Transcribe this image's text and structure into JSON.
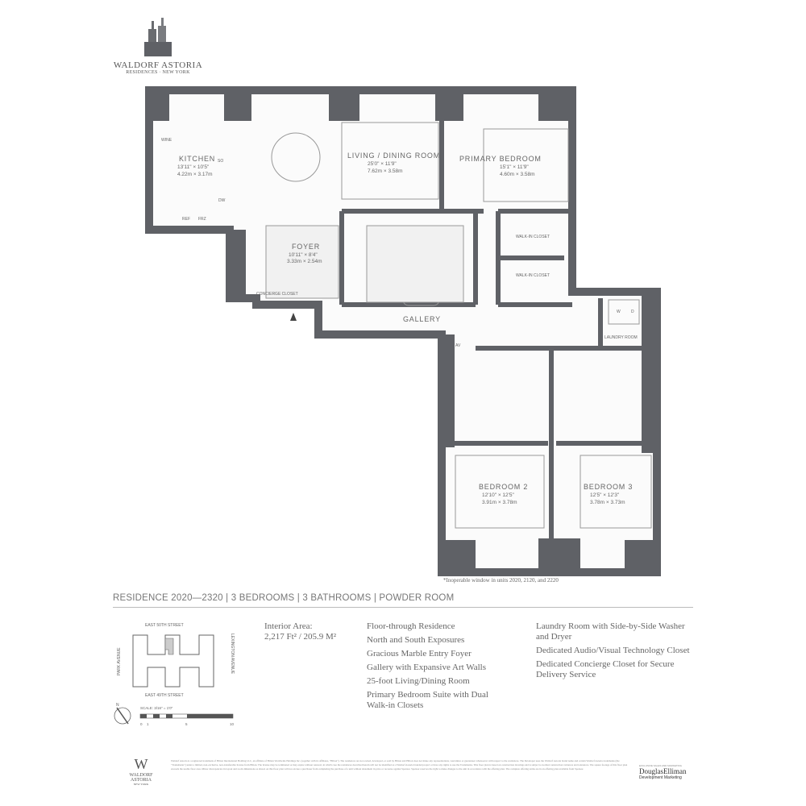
{
  "brand": {
    "title": "WALDORF ASTORIA",
    "subtitle": "RESIDENCES · NEW YORK"
  },
  "rooms": {
    "kitchen": {
      "name": "KITCHEN",
      "dim_imperial": "13'11\" × 10'5\"",
      "dim_metric": "4.22m × 3.17m"
    },
    "living": {
      "name": "LIVING / DINING ROOM",
      "dim_imperial": "25'0\" × 11'9\"",
      "dim_metric": "7.62m × 3.58m"
    },
    "primary": {
      "name": "PRIMARY BEDROOM",
      "dim_imperial": "15'1\" × 11'9\"",
      "dim_metric": "4.60m × 3.58m"
    },
    "foyer": {
      "name": "FOYER",
      "dim_imperial": "10'11\" × 8'4\"",
      "dim_metric": "3.33m × 2.54m"
    },
    "gallery": {
      "name": "GALLERY"
    },
    "bedroom2": {
      "name": "BEDROOM 2",
      "dim_imperial": "12'10\" × 12'5\"",
      "dim_metric": "3.91m × 3.78m"
    },
    "bedroom3": {
      "name": "BEDROOM 3",
      "dim_imperial": "12'5\" × 12'3\"",
      "dim_metric": "3.78m × 3.73m"
    },
    "walkin1": {
      "name": "WALK-IN CLOSET"
    },
    "walkin2": {
      "name": "WALK-IN CLOSET"
    },
    "laundry": {
      "name": "LAUNDRY ROOM",
      "washer": "W",
      "dryer": "D"
    },
    "av": "AV",
    "concierge": "CONCIERGE CLOSET",
    "appliances": {
      "wine": "WINE",
      "so": "SO",
      "dw": "DW",
      "ref": "REF",
      "frz": "FRZ"
    }
  },
  "window_note": "*Inoperable window in units 2020, 2120, and 2220",
  "summary": "RESIDENCE 2020—2320 | 3 BEDROOMS | 3 BATHROOMS | POWDER ROOM",
  "keyplan": {
    "north": "EAST 50TH STREET",
    "south": "EAST 49TH STREET",
    "west": "PARK AVENUE",
    "east": "LEXINGTON AVENUE"
  },
  "scale": {
    "label": "SCALE: 3/16\" = 1'0\"",
    "ticks": [
      "0",
      "1",
      "5",
      "10"
    ],
    "north": "N"
  },
  "interior_area": {
    "label": "Interior Area:",
    "value": "2,217 Ft² / 205.9 M²"
  },
  "features_col1": [
    "Floor-through Residence",
    "North and South Exposures",
    "Gracious Marble Entry Foyer",
    "Gallery with Expansive Art Walls",
    "25-foot Living/Dining Room",
    "Primary Bedroom Suite with Dual Walk-in Closets"
  ],
  "features_col2": [
    "Laundry Room with Side-by-Side Washer and Dryer",
    "Dedicated Audio/Visual Technology Closet",
    "Dedicated Concierge Closet for Secure Delivery Service"
  ],
  "footer": {
    "logo_title": "WALDORF ASTORIA",
    "logo_sub": "NEW YORK",
    "disclaimer": "Waldorf Astoria is a registered trademark of Hilton International Holding LLC, an affiliate of Hilton Worldwide Holdings Inc. (together with its affiliates, \"Hilton\"). The residences are not owned, developed, or sold by Hilton and Hilton does not make any representations, warranties or guarantees whatsoever with respect to the residences. The Developer uses the Waldorf Astoria brand name and certain Waldorf Astoria trademarks (the \"Trademarks\") under a limited, non-exclusive, non-transferable license from Hilton. The license may be terminated or may expire without renewal, in which case the residences described herein will not be identified as a Waldorf Astoria branded project or have any rights to use the Trademarks. This floor plan is based on construction drawings and is subject to normal construction variances and tolerances. The square footage of this floor plan exceeds the usable floor area. Minor discrepancies in layout and room dimensions as shown on this floor plan will not excuse a purchaser from completing the purchase of a unit without abatement in price or recourse against Sponsor. Sponsor reserves the right to make changes to the unit in accordance with the offering plan. The complete offering terms are in an offering plan available from Sponsor.",
    "marketing_label": "EXCLUSIVE SALES AND MARKETING",
    "marketing_name": "DouglasElliman",
    "marketing_sub": "Development Marketing"
  },
  "colors": {
    "wall": "#5f6166",
    "text": "#666666"
  }
}
